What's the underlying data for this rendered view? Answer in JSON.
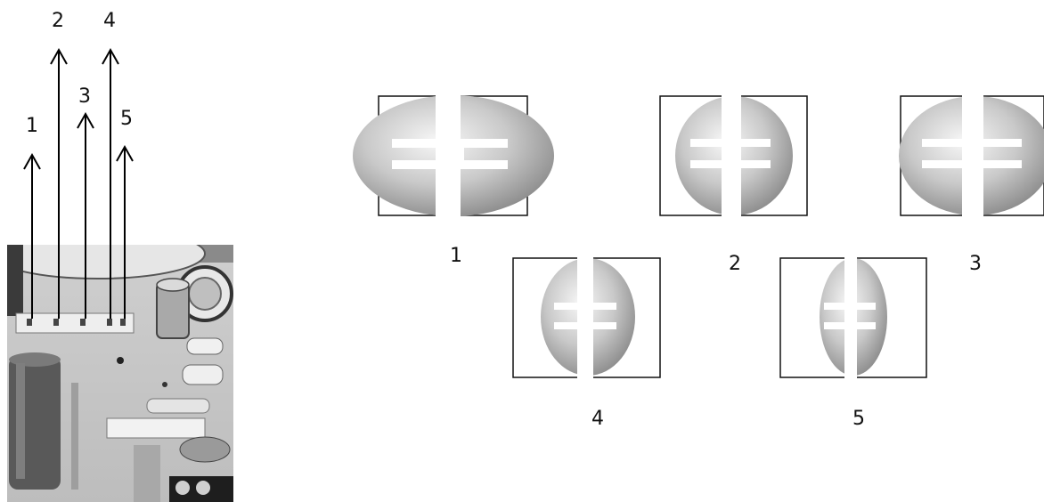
{
  "arrows": [
    {
      "label": "1"
    },
    {
      "label": "2"
    },
    {
      "label": "3"
    },
    {
      "label": "4"
    },
    {
      "label": "5"
    }
  ],
  "panels": [
    {
      "label": "1"
    },
    {
      "label": "2"
    },
    {
      "label": "3"
    },
    {
      "label": "4"
    },
    {
      "label": "5"
    }
  ],
  "colors": {
    "ellipse_edge": "#8f8f8f",
    "ellipse_center": "#f4f4f4",
    "frame": "#111111",
    "photo_bg": "#d9d9d9"
  },
  "icons": [
    "up-arrow-icon",
    "ellipse-pattern-icon"
  ]
}
